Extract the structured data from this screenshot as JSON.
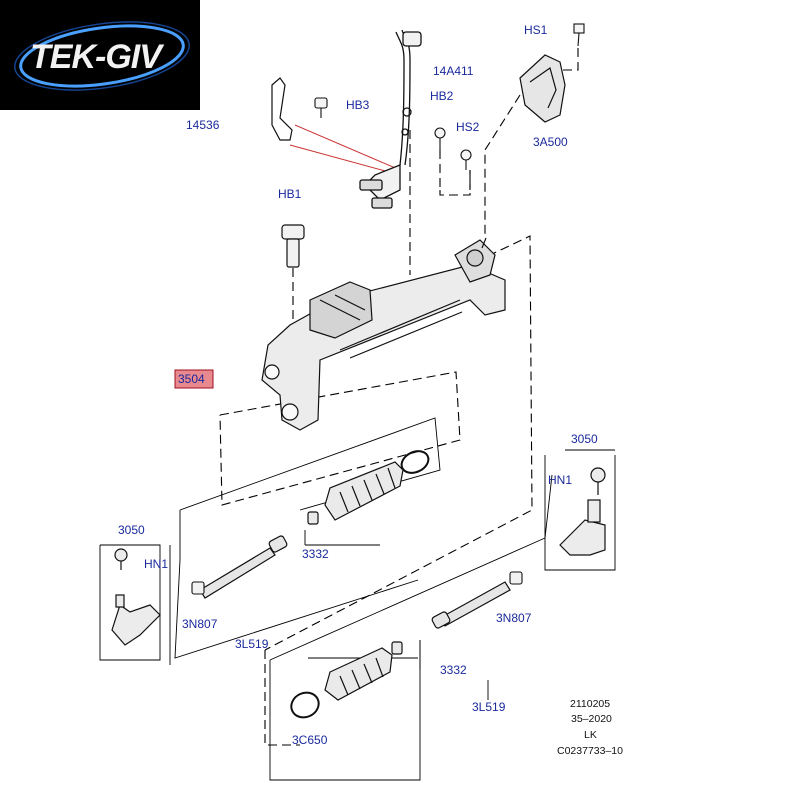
{
  "logo": {
    "text": "TEK-GIV",
    "background": "#000000",
    "ring_color": "#4aa0ff"
  },
  "colors": {
    "label_text": "#1a2a9c",
    "highlight_fill": "#e8888f",
    "highlight_border": "#a01020",
    "line": "#000000",
    "leader_red": "#cc3333"
  },
  "labels": {
    "hs1": "HS1",
    "p14a411": "14A411",
    "hb3": "HB3",
    "hb2": "HB2",
    "p14536": "14536",
    "hs2": "HS2",
    "p3a500": "3A500",
    "hb1": "HB1",
    "p3504": "3504",
    "p3050_right": "3050",
    "hn1_right": "HN1",
    "p3050_left": "3050",
    "hn1_left": "HN1",
    "p3332_upper": "3332",
    "p3n807_left": "3N807",
    "p3l519_upper": "3L519",
    "p3n807_right": "3N807",
    "p3332_lower": "3332",
    "p3l519_lower": "3L519",
    "p3c650": "3C650"
  },
  "metadata": {
    "line1": "2110205",
    "line2": "35–2020",
    "line3": "LK",
    "line4": "C0237733–10"
  }
}
